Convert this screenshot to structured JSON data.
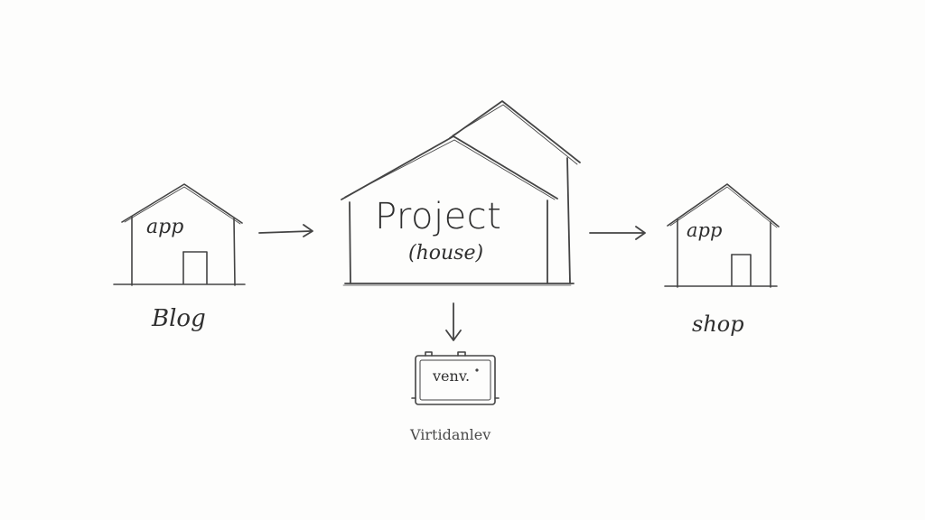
{
  "diagram": {
    "center_house": {
      "title": "Project",
      "subtitle": "(house)"
    },
    "left_house": {
      "inner_label": "app",
      "caption": "Blog"
    },
    "right_house": {
      "inner_label": "app",
      "caption": "shop"
    },
    "environment_box": {
      "inner_label": "venv.",
      "caption": "Virtidanlev"
    },
    "ink_color": "#444444",
    "background_color": "#fdfdfc"
  }
}
